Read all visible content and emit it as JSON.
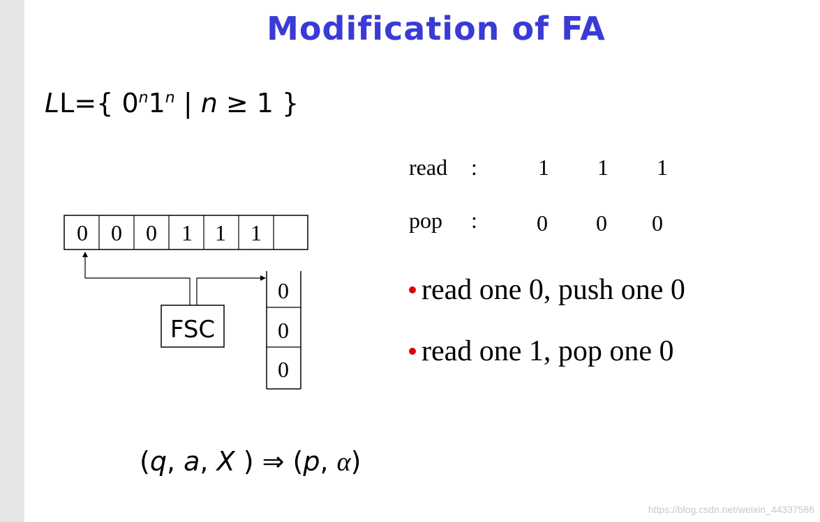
{
  "title": "Modification of FA",
  "language": {
    "prefix": "L={ ",
    "zero": "0",
    "n1": "n",
    "one": "1",
    "n2": "n",
    "bar": " | ",
    "n3": "n",
    "cond": " ≥ 1 }"
  },
  "tape": {
    "cells": [
      "0",
      "0",
      "0",
      "1",
      "1",
      "1",
      ""
    ]
  },
  "control": {
    "label": "FSC"
  },
  "stack": {
    "cells": [
      "0",
      "0",
      "0"
    ]
  },
  "table": {
    "read_label": "read",
    "read_colon": ":",
    "read_values": [
      "1",
      "1",
      "1"
    ],
    "pop_label": "pop",
    "pop_colon": ":",
    "pop_values": [
      "0",
      "0",
      "0"
    ]
  },
  "bullets": [
    "read one 0, push one 0",
    "read one 1, pop one 0"
  ],
  "formula": {
    "open": "(",
    "q": "q",
    "c1": ", ",
    "a": "a",
    "c2": ", ",
    "X": "X",
    "arrow": " ) ⇒ (",
    "p": "p",
    "c3": ", ",
    "alpha": "α",
    "close": ")"
  },
  "watermark": "https://blog.csdn.net/weixin_44337586",
  "colors": {
    "title": "#3a3ad6",
    "bullet": "#e00000",
    "sidebar": "#e6e6e6"
  }
}
